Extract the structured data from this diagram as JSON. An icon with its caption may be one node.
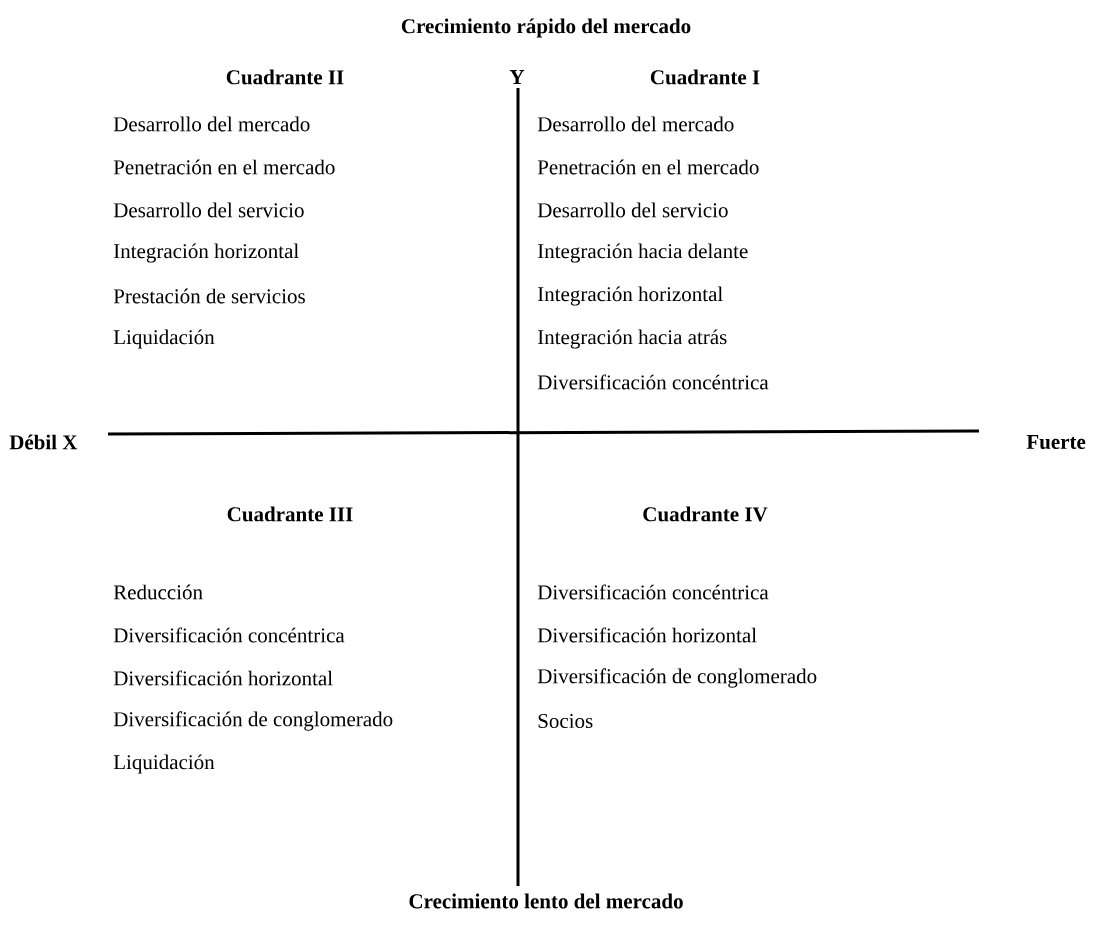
{
  "diagram": {
    "labels": [
      "Crecimiento rápido del mercado",
      "Cuadrante II",
      "Y",
      "Cuadrante I",
      "Desarrollo del mercado",
      "Penetración en el mercado",
      "Desarrollo del servicio",
      "Integración horizontal",
      "Prestación de servicios",
      "Liquidación",
      "Desarrollo del mercado",
      "Penetración en el mercado",
      "Desarrollo del servicio",
      "Integración hacia delante",
      "Integración horizontal",
      "Integración hacia atrás",
      "Diversificación concéntrica",
      "Débil X",
      "Fuerte",
      "Cuadrante III",
      "Cuadrante IV",
      "Reducción",
      "Diversificación concéntrica",
      "Diversificación horizontal",
      "Diversificación de conglomerado",
      "Liquidación",
      "Diversificación concéntrica",
      "Diversificación horizontal",
      "Diversificación de conglomerado",
      "Socios",
      "Crecimiento lento del mercado"
    ]
  }
}
